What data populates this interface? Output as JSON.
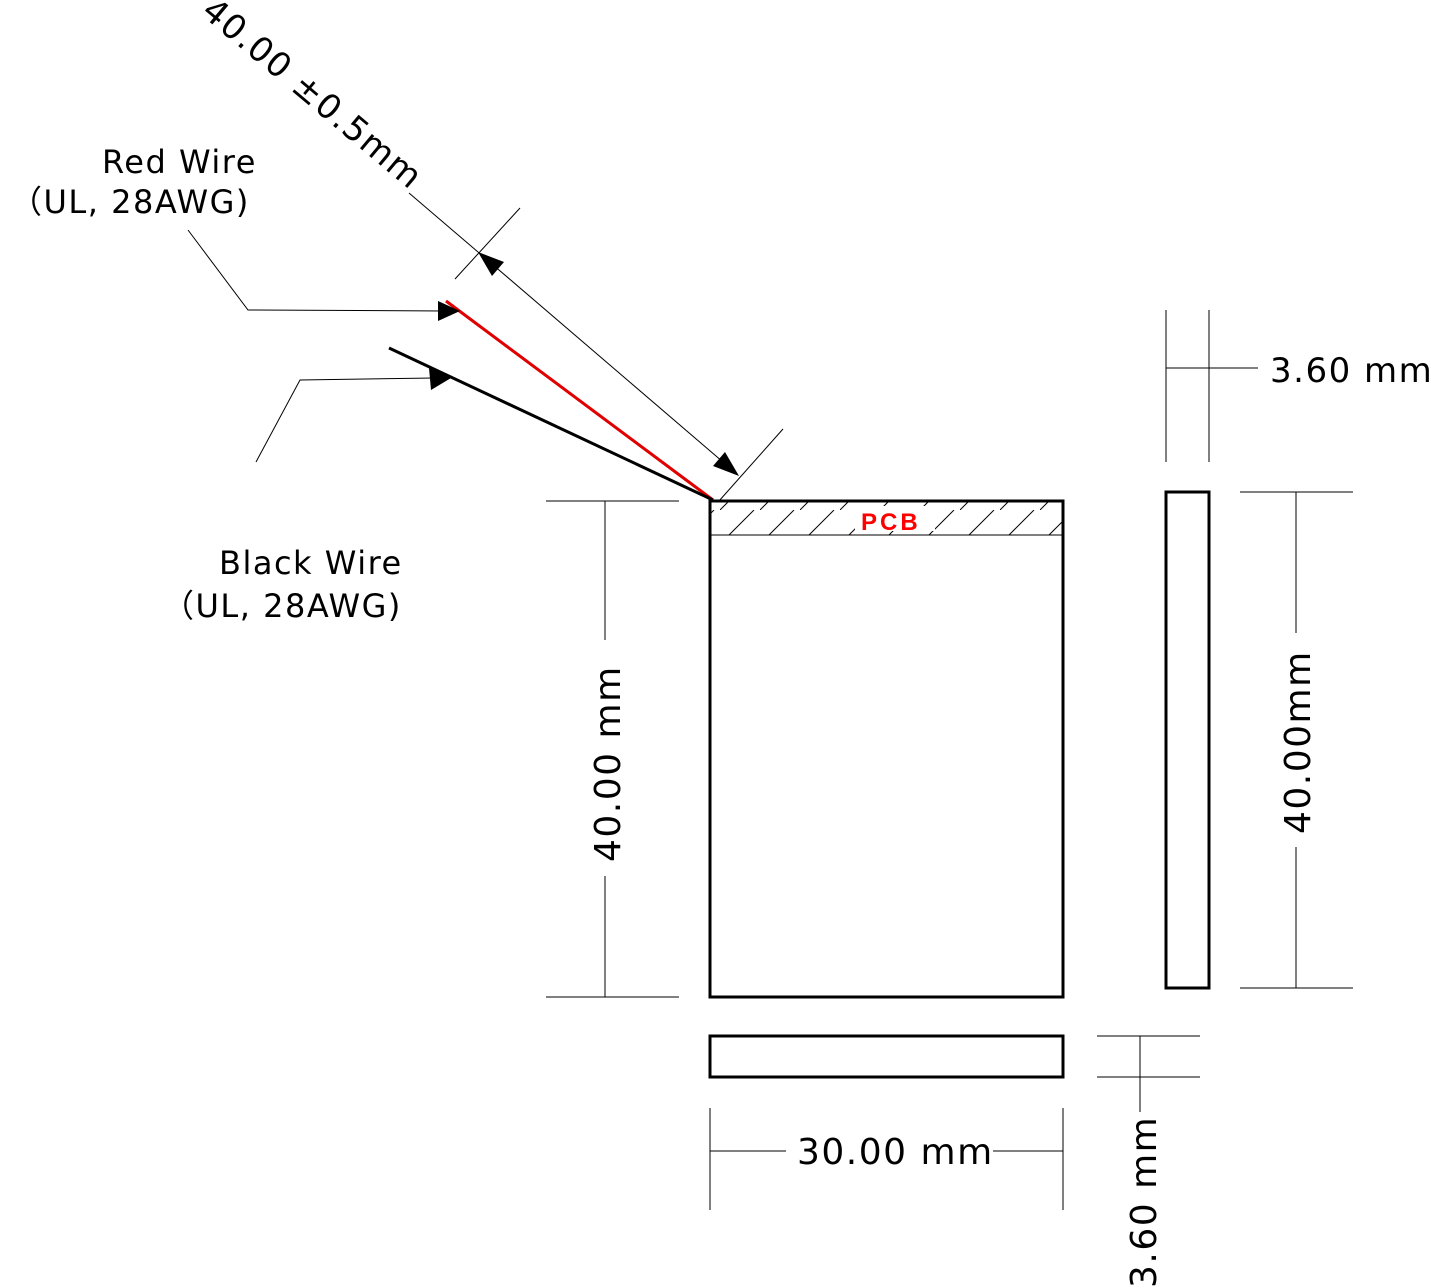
{
  "colors": {
    "red_wire": "#e00000",
    "black_wire": "#000000",
    "pcb_text": "#ff0000",
    "background": "#ffffff"
  },
  "labels": {
    "wire_length": "40.00 ±0.5mm",
    "red_wire_line1": "Red Wire",
    "red_wire_line2": "（UL, 28AWG)",
    "black_wire_line1": "Black Wire",
    "black_wire_line2": "（UL, 28AWG)",
    "pcb": "PCB",
    "front_height": "40.00 mm",
    "side_height": "40.00mm",
    "top_thickness": "3.60 mm",
    "bottom_width": "30.00 mm",
    "bottom_thickness": "3.60 mm"
  }
}
